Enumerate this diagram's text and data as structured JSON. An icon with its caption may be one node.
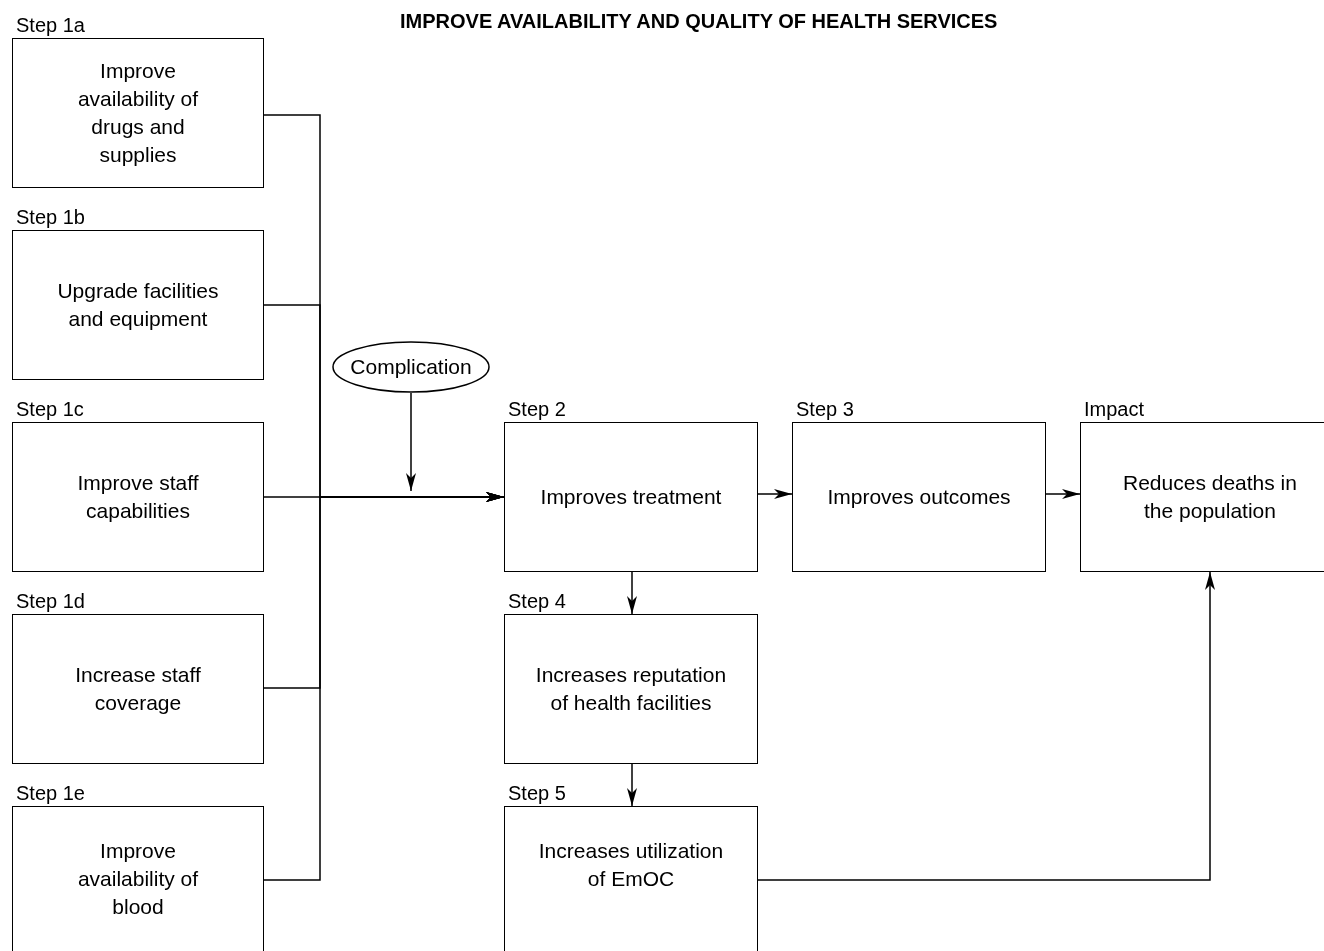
{
  "diagram": {
    "title": "IMPROVE AVAILABILITY AND QUALITY OF HEALTH SERVICES",
    "nodes": [
      {
        "text": [
          "Step 1a",
          "Improve availability of drugs and supplies"
        ]
      },
      {
        "text": [
          "Step 1b",
          "Upgrade facilities and equipment"
        ]
      },
      {
        "text": [
          "Step 1c",
          "Improve staff capabilities"
        ]
      },
      {
        "text": [
          "Step 1d",
          "Increase staff coverage"
        ]
      },
      {
        "text": [
          "Step 1e",
          "Improve availability of blood"
        ]
      },
      {
        "text": [
          "Complication"
        ]
      },
      {
        "text": [
          "Step 2",
          "Improves treatment"
        ]
      },
      {
        "text": [
          "Step 3",
          "Improves outcomes"
        ]
      },
      {
        "text": [
          "Impact",
          "Reduces deaths in the population"
        ]
      },
      {
        "text": [
          "Step 4",
          "Increases reputation of health facilities"
        ]
      },
      {
        "text": [
          "Step 5",
          "Increases utilization of EmOC"
        ]
      }
    ],
    "edges": [
      {
        "from": 0,
        "to": 6,
        "arrow": "to"
      },
      {
        "from": 1,
        "to": 6,
        "arrow": "to"
      },
      {
        "from": 2,
        "to": 6,
        "arrow": "to"
      },
      {
        "from": 3,
        "to": 6,
        "arrow": "to"
      },
      {
        "from": 4,
        "to": 6,
        "arrow": "to"
      },
      {
        "from": 5,
        "to": null,
        "arrow": "to"
      },
      {
        "from": 6,
        "to": 7,
        "arrow": "to"
      },
      {
        "from": 7,
        "to": 8,
        "arrow": "to"
      },
      {
        "from": 6,
        "to": 9,
        "arrow": "to"
      },
      {
        "from": 9,
        "to": 10,
        "arrow": "to"
      },
      {
        "from": 10,
        "to": 8,
        "arrow": "to"
      }
    ]
  }
}
